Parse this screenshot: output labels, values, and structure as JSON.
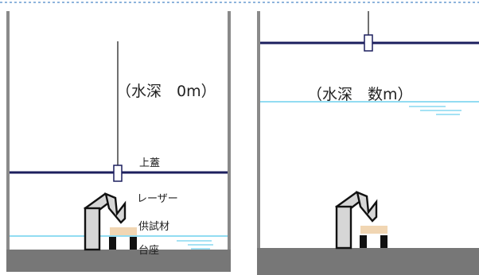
{
  "colors": {
    "wall": "#8a8a8a",
    "floor": "#777777",
    "lid": "#1c1f5e",
    "water": "#6fd0ee",
    "robot_fill": "#d6d6d6",
    "robot_stroke": "#111111",
    "specimen": "#f1d6b3",
    "pedestal": "#111111",
    "border": "#4a86c8"
  },
  "left_panel": {
    "depth_label": "（水深　0m）",
    "lid_label": "上蓋",
    "laser_label": "レーザー",
    "specimen_label": "供試材",
    "pedestal_label": "台座"
  },
  "right_panel": {
    "depth_label": "（水深　数m）"
  }
}
